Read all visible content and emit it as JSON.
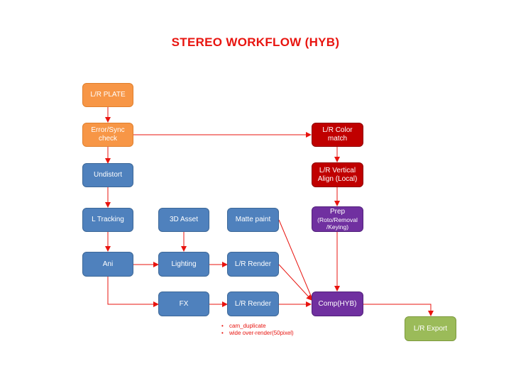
{
  "title": "STEREO WORKFLOW  (HYB)",
  "nodes": {
    "lr_plate": "L/R PLATE",
    "error_sync_1": "Error/Sync",
    "error_sync_2": "check",
    "undistort": "Undistort",
    "l_tracking": "L Tracking",
    "ani": "Ani",
    "asset_3d": "3D Asset",
    "lighting": "Lighting",
    "fx": "FX",
    "matte_paint": "Matte  paint",
    "lr_render_1": "L/R Render",
    "lr_render_2": "L/R Render",
    "color_match_1": "L/R Color",
    "color_match_2": "match",
    "vertical_align_1": "L/R Vertical",
    "vertical_align_2": "Align (Local)",
    "prep_1": "Prep",
    "prep_2": "(Roto/Removal",
    "prep_3": "/Keying)",
    "comp": "Comp(HYB)",
    "lr_export": "L/R Export"
  },
  "notes": [
    "cam_duplicate",
    "wide over-render(50pixel)"
  ],
  "colors": {
    "title": "#e8140f",
    "arrow": "#e8140f",
    "input": "#f79646",
    "process": "#4f81bd",
    "plate_prep": "#c00000",
    "comp": "#7030a0",
    "output": "#9bbb59"
  }
}
